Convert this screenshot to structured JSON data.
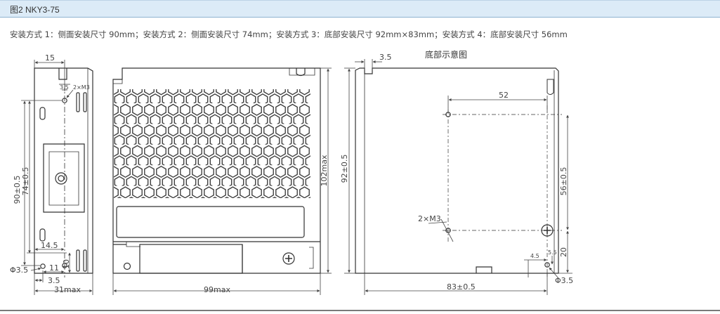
{
  "figure": {
    "title": "图2 NKY3-75",
    "caption": "安装方式 1：侧面安装尺寸 90mm；安装方式 2：侧面安装尺寸 74mm；安装方式 3：底部安装尺寸 92mm×83mm；安装方式 4：底部安装尺寸 56mm"
  },
  "side_view": {
    "top_width": "15",
    "hole_offset": "3.5",
    "screw_label": "2×M3",
    "height_outer": "90±0.5",
    "height_inner": "74±0.5",
    "bottom_width": "14.5",
    "hole_dia": "Φ3.5",
    "gap": "11",
    "bottom_height": "10",
    "edge_offset": "3.5",
    "total_width": "31max"
  },
  "front_view": {
    "height": "102max",
    "width": "99max"
  },
  "bottom_view": {
    "title": "底部示意图",
    "top_offset": "3.5",
    "hole_spacing_x": "52",
    "height": "92±0.5",
    "hole_spacing_y": "56±0.5",
    "screw_label": "2×M3",
    "edge_x": "4.5",
    "edge_y": "5.5",
    "bottom_height": "20",
    "width": "83±0.5",
    "hole_dia": "Φ3.5"
  }
}
